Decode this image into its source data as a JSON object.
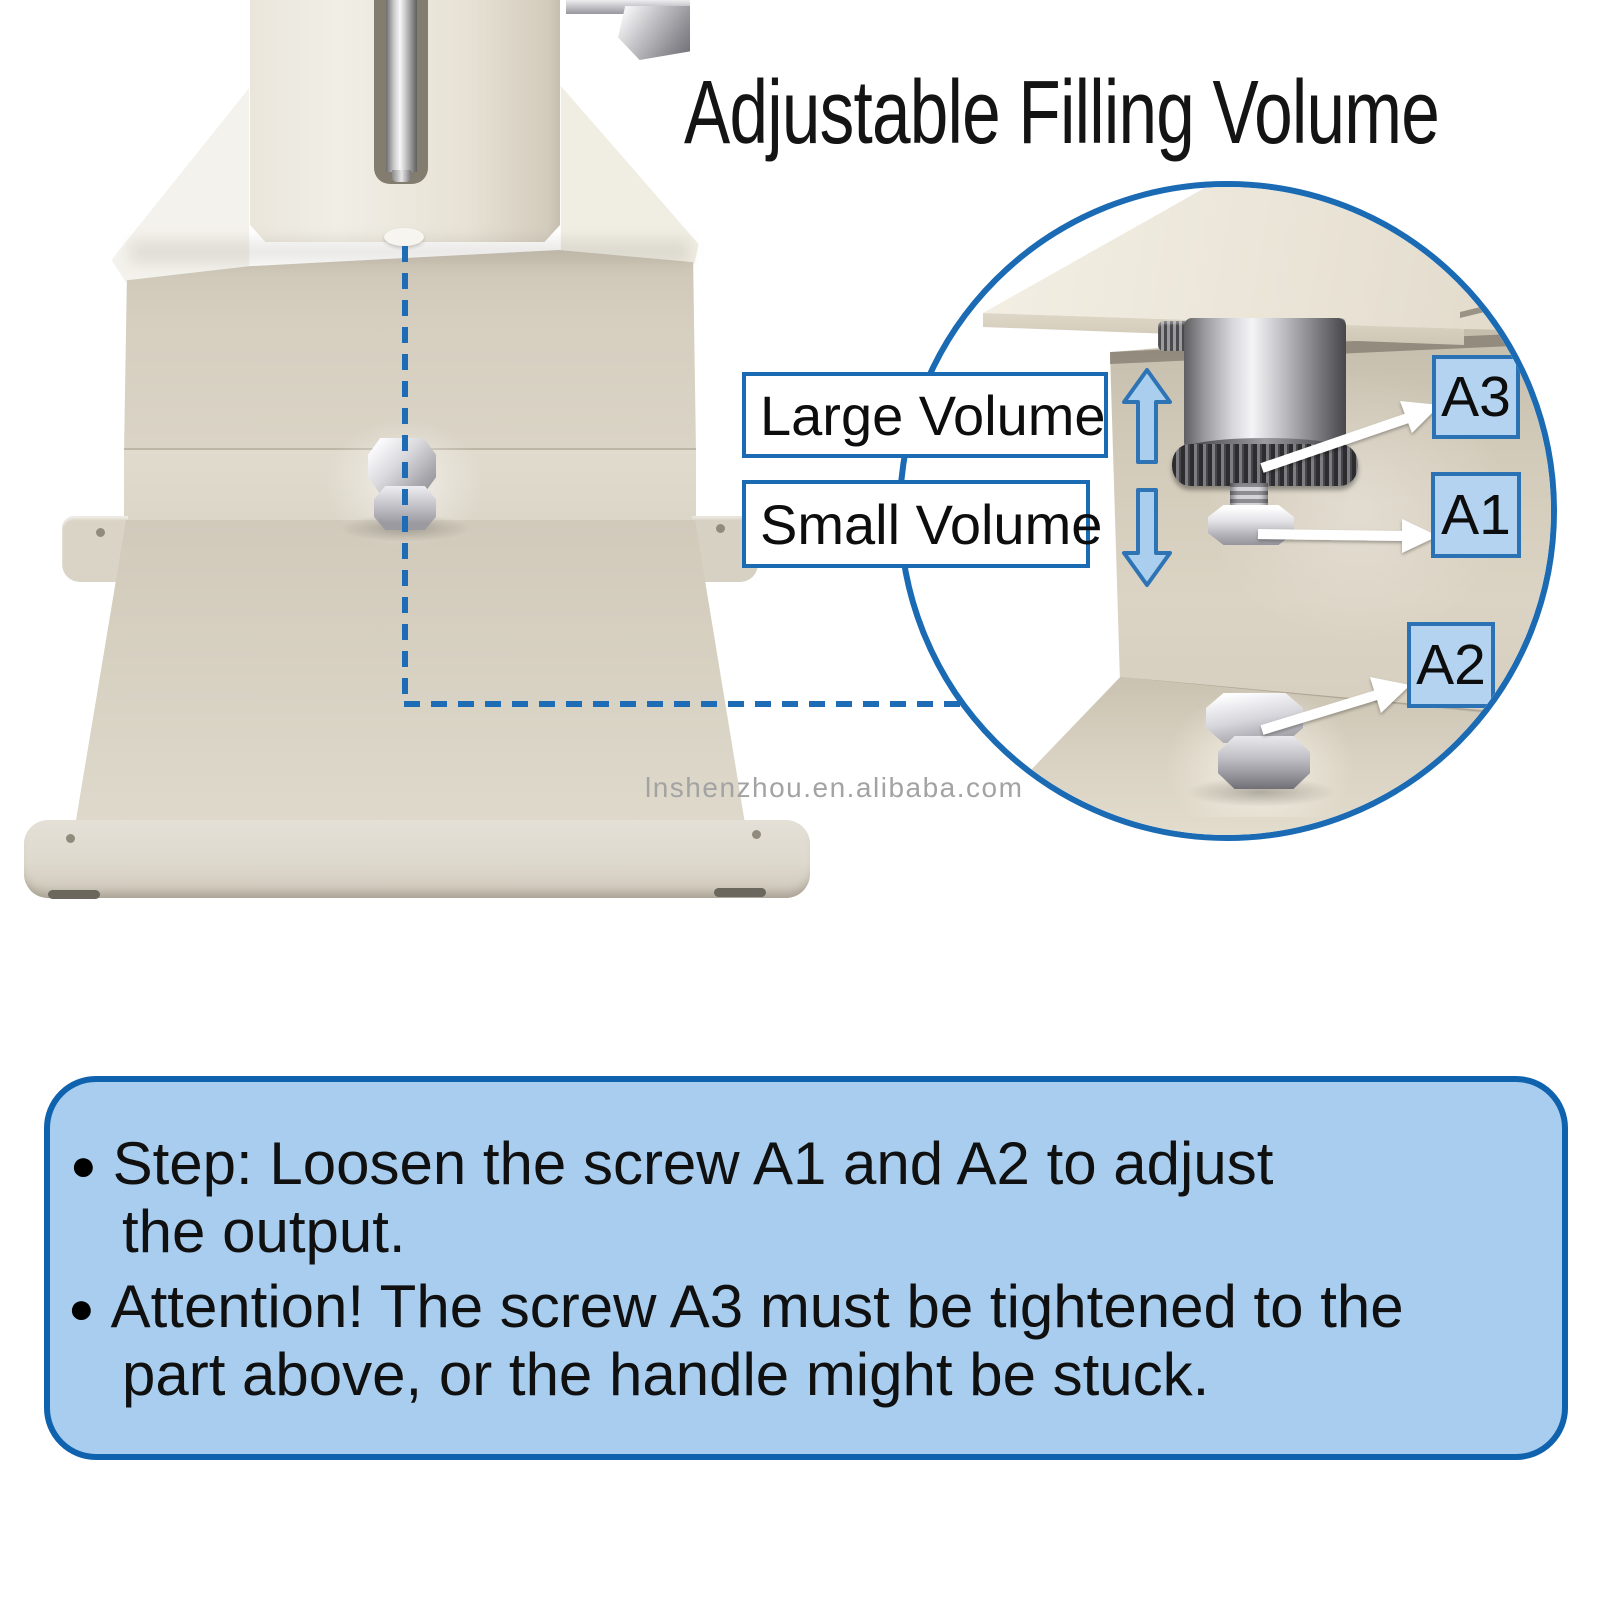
{
  "title": "Adjustable Filling Volume",
  "watermark": "lnshenzhou.en.alibaba.com",
  "callout": {
    "large_label": "Large Volume",
    "small_label": "Small Volume"
  },
  "detail_labels": {
    "a3": "A3",
    "a1": "A1",
    "a2": "A2"
  },
  "notes": {
    "bullet_char": "●",
    "lines": [
      {
        "text": "Step: Loosen the screw A1 and A2 to adjust"
      },
      {
        "text": "the output."
      },
      {
        "text": "Attention! The screw A3 must be tightened to the"
      },
      {
        "text": "part above, or the handle might be stuck."
      }
    ]
  },
  "colors": {
    "accent_blue": "#1a6ab4",
    "note_box_fill": "#a8cdee",
    "note_box_border": "#0f62ae",
    "label_box_fill": "#b3d3f0",
    "label_box_border": "#2b72b4",
    "volume_arrow_fill": "#a9ceee",
    "volume_arrow_stroke": "#2e74b5",
    "machine_beige": "#d8d2c3",
    "text_black": "#101010"
  }
}
